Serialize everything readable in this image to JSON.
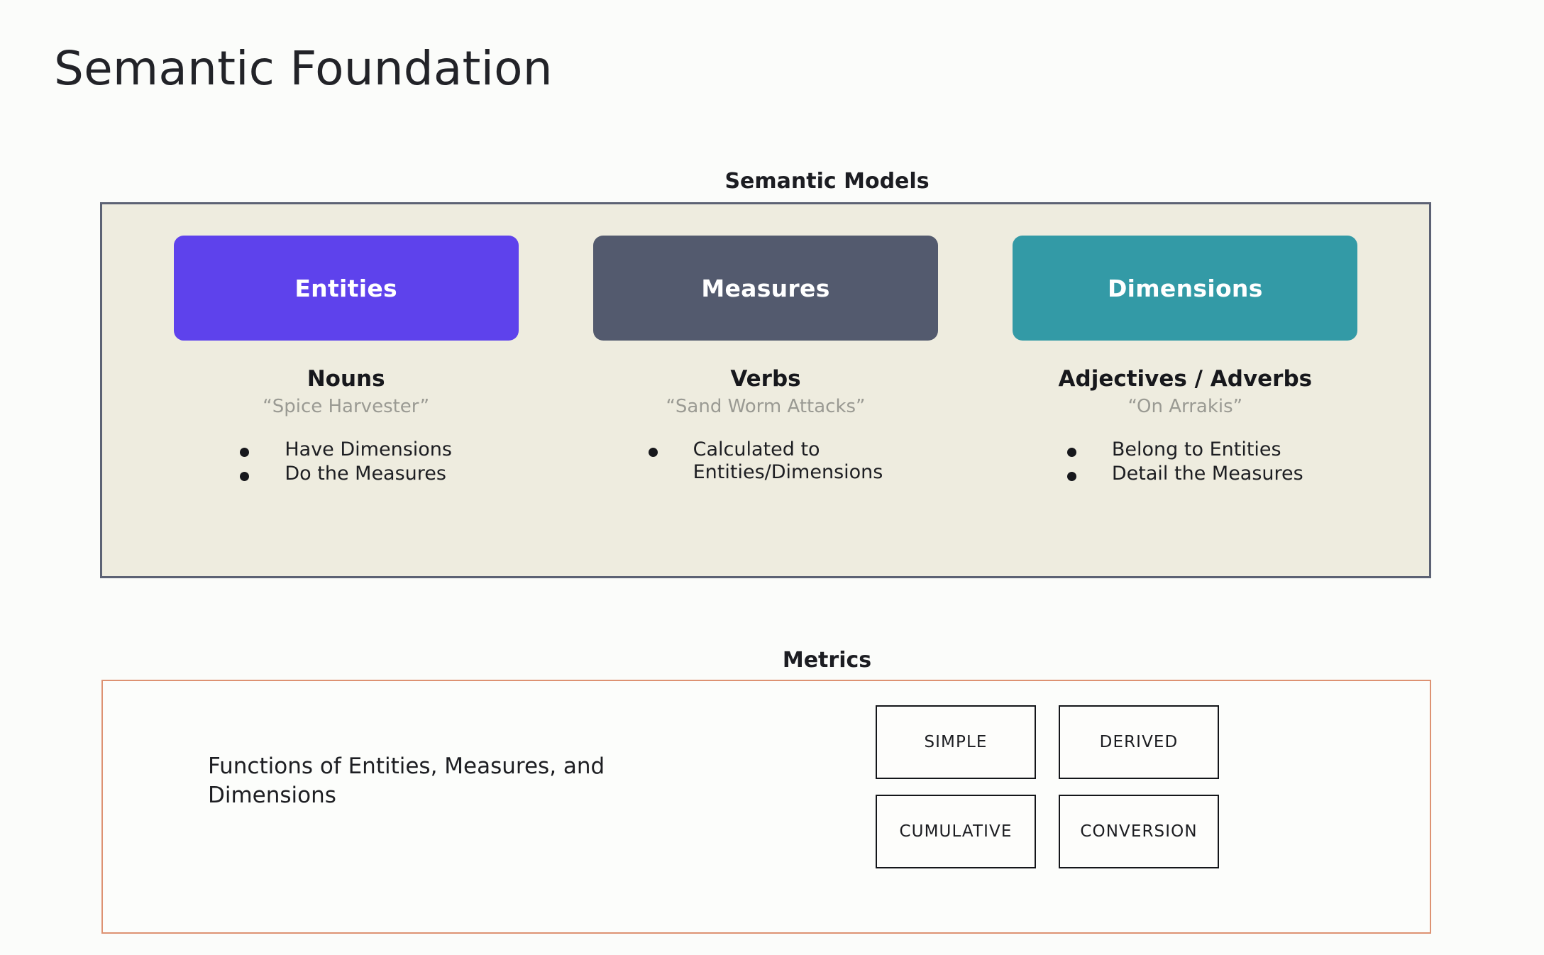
{
  "slide": {
    "title": "Semantic Foundation",
    "background_color": "#fbfcfa"
  },
  "semantic_models": {
    "heading": "Semantic Models",
    "panel_bg": "#eeecdf",
    "panel_border": "#5c6274",
    "columns": [
      {
        "chip_label": "Entities",
        "chip_color": "#5e42ec",
        "part_of_speech": "Nouns",
        "example": "“Spice Harvester”",
        "bullets": [
          "Have Dimensions",
          "Do the Measures"
        ]
      },
      {
        "chip_label": "Measures",
        "chip_color": "#535a6e",
        "part_of_speech": "Verbs",
        "example": "“Sand Worm Attacks”",
        "bullets": [
          "Calculated to\nEntities/Dimensions"
        ]
      },
      {
        "chip_label": "Dimensions",
        "chip_color": "#339aa6",
        "part_of_speech": "Adjectives / Adverbs",
        "example": "“On Arrakis”",
        "bullets": [
          "Belong to Entities",
          "Detail the Measures"
        ]
      }
    ]
  },
  "metrics": {
    "heading": "Metrics",
    "panel_border": "#dd9272",
    "description": "Functions of Entities, Measures, and Dimensions",
    "types": [
      "SIMPLE",
      "DERIVED",
      "CUMULATIVE",
      "CONVERSION"
    ]
  }
}
